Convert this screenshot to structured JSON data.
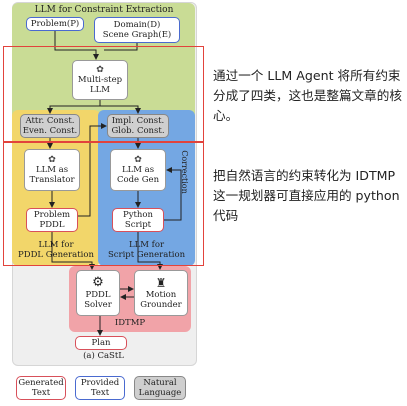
{
  "diagram": {
    "title": "LLM for Constraint Extraction",
    "caption": "(a) CaStL",
    "nodes": {
      "problem": "Problem(P)",
      "domain": "Domain(D)\nScene Graph(E)",
      "multistep": "Multi-step\nLLM",
      "attr": "Attr. Const.\nEven. Const.",
      "impl": "Impl. Const.\nGlob. Const.",
      "translator": "LLM as\nTranslator",
      "codegen": "LLM as\nCode Gen",
      "problem_pddl": "Problem\nPDDL",
      "python_script": "Python\nScript",
      "pddl_solver": "PDDL\nSolver",
      "motion_grounder": "Motion\nGrounder",
      "plan": "Plan"
    },
    "labels": {
      "pddl_gen": "LLM for\nPDDL Generation",
      "script_gen": "LLM for\nScript Generation",
      "correction": "Correction",
      "idtmp": "IDTMP"
    },
    "legend": [
      {
        "label": "Generated\nText",
        "style": "red"
      },
      {
        "label": "Provided\nText",
        "style": "blue"
      },
      {
        "label": "Natural\nLanguage",
        "style": "gray"
      }
    ]
  },
  "annotations": [
    "通过一个 LLM Agent 将所有约束分成了四类，这也是整篇文章的核心。",
    "把自然语言的约束转化为 IDTMP 这一规划器可直接应用的 python 代码"
  ],
  "colors": {
    "green_region": "#c9dc95",
    "yellow_region": "#f3d86a",
    "blue_region": "#74a7e3",
    "pink_region": "#f1a3a8",
    "outer_region": "#ededed",
    "highlight_frame": "#e2433c"
  }
}
